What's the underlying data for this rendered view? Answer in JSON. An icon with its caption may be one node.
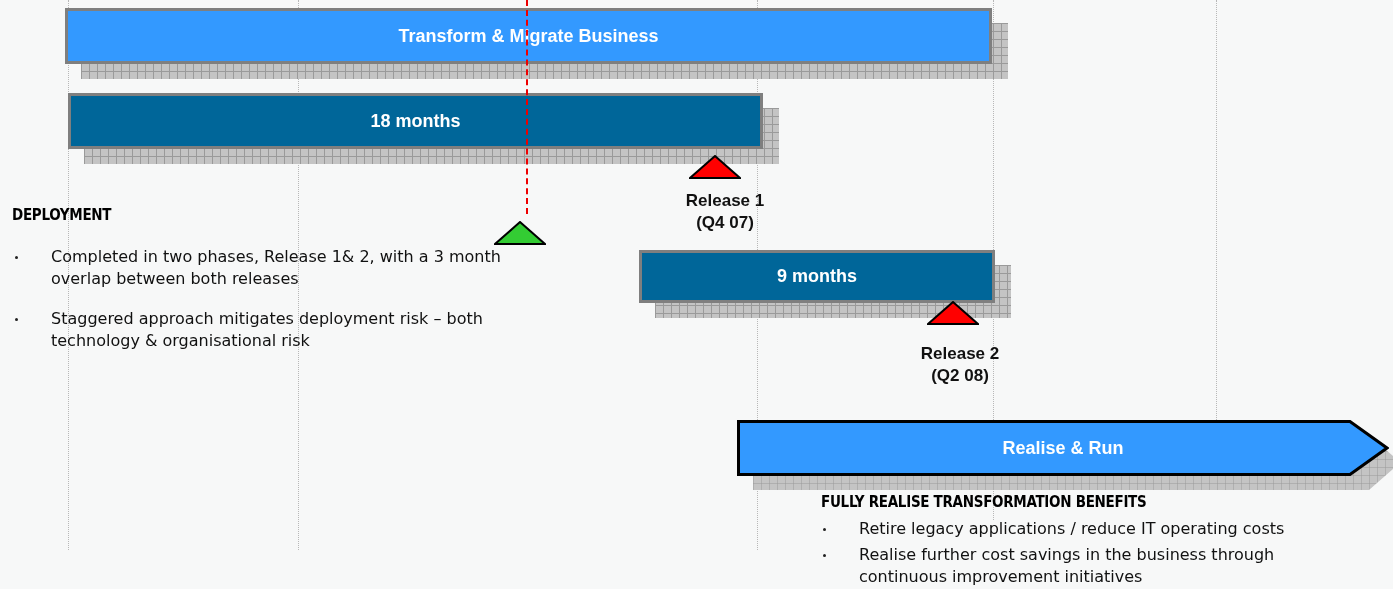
{
  "diagram": {
    "nodes": [
      {
        "text": [
          "Transform & Migrate Business"
        ]
      },
      {
        "text": [
          "18 months"
        ]
      },
      {
        "text": [
          "9 months"
        ]
      },
      {
        "text": [
          "Realise & Run"
        ]
      },
      {
        "text": [],
        "shape": "triangle"
      },
      {
        "text": [
          "Release 1 (Q4 07)"
        ]
      },
      {
        "text": [
          "Release 2 (Q2 08)"
        ]
      }
    ],
    "labels": [
      "DEPLOYMENT",
      "Completed in two phases, Release 1& 2, with a 3 month overlap between both releases",
      "Staggered approach mitigates deployment risk – both technology & organisational risk",
      "FULLY REALISE TRANSFORMATION BENEFITS",
      "Retire legacy applications / reduce IT operating costs",
      "Realise further cost savings in the business through continuous improvement initiatives"
    ]
  }
}
